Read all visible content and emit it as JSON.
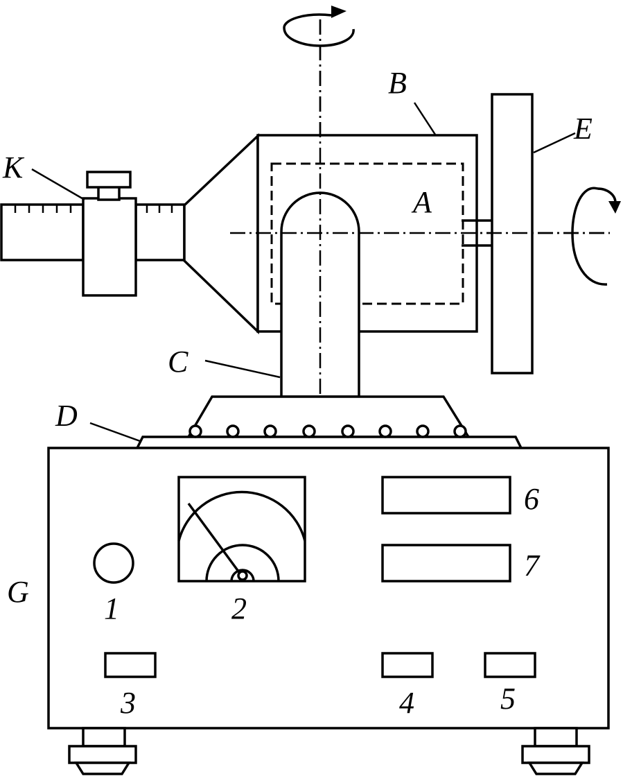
{
  "labels": {
    "A": "A",
    "B": "B",
    "C": "C",
    "D": "D",
    "E": "E",
    "G": "G",
    "K": "K",
    "n1": "1",
    "n2": "2",
    "n3": "3",
    "n4": "4",
    "n5": "5",
    "n6": "6",
    "n7": "7"
  },
  "colors": {
    "stroke": "#000000",
    "background": "#ffffff"
  }
}
